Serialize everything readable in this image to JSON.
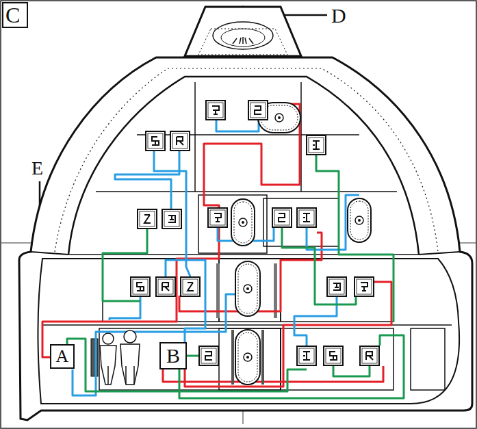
{
  "diagram": {
    "nodes": [
      {
        "text": [
          "A"
        ]
      },
      {
        "text": [
          "B"
        ]
      }
    ],
    "labels": [
      "C",
      "D",
      "E"
    ]
  }
}
